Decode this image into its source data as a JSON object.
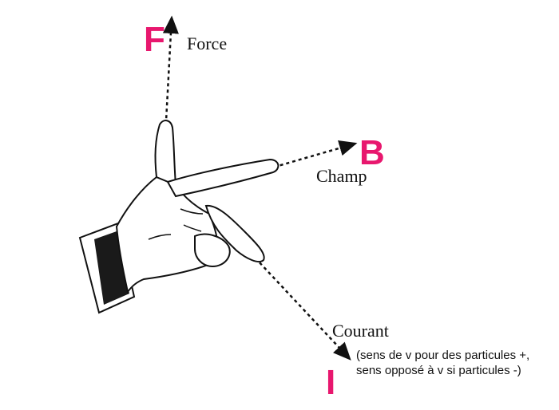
{
  "colors": {
    "accent": "#E8176E",
    "ink": "#111111"
  },
  "labels": {
    "force_letter": "F",
    "force_word": "Force",
    "field_letter": "B",
    "field_word": "Champ",
    "current_letter": "I",
    "current_word": "Courant",
    "current_note_line1": "(sens de v pour des particules +,",
    "current_note_line2": "sens opposé à v si particules -)"
  }
}
